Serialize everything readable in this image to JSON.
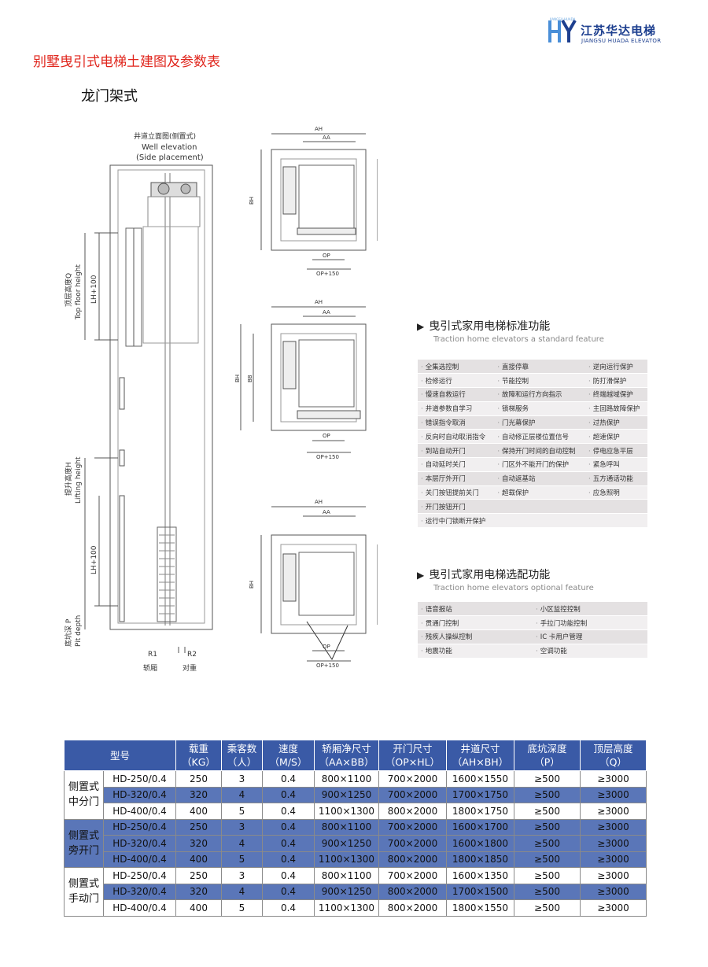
{
  "logo": {
    "cn": "江苏华达电梯",
    "en": "JIANGSU HUADA ELEVATOR",
    "tiny": "JIANGSU HUADA"
  },
  "page_title": "别墅曳引式电梯土建图及参数表",
  "subtitle": "龙门架式",
  "drawing": {
    "elevation_title_cn": "井道立面图(侧置式)",
    "elevation_title_en1": "Well elevation",
    "elevation_title_en2": "(Side placement)",
    "top_floor_cn": "顶层高度Q",
    "top_floor_en": "Top floor height",
    "lh100": "LH+100",
    "lift_cn": "提升高度H",
    "lift_en": "Lifting height",
    "pit_cn": "底坑深 P",
    "pit_en": "Pit depth",
    "r1": "R1",
    "r2": "R2",
    "car_label": "轿厢",
    "cw_label": "对重",
    "ah": "AH",
    "aa": "AA",
    "bh": "BH",
    "bb": "BB",
    "op": "OP",
    "op150": "OP+150"
  },
  "standard": {
    "title_cn": "曳引式家用电梯标准功能",
    "title_en": "Traction home elevators a standard feature",
    "rows": [
      [
        "全集选控制",
        "直接停靠",
        "逆向运行保护"
      ],
      [
        "检修运行",
        "节能控制",
        "防打滑保护"
      ],
      [
        "慢速自救运行",
        "故障和运行方向指示",
        "终端越域保护"
      ],
      [
        "井道参数自学习",
        "锁梯服务",
        "主回路故障保护"
      ],
      [
        "错误指令取消",
        "门光幕保护",
        "过热保护"
      ],
      [
        "反向时自动取消指令",
        "自动修正层楼位置信号",
        "超速保护"
      ],
      [
        "到站自动开门",
        "保持开门时间的自动控制",
        "停电应急平层"
      ],
      [
        "自动延时关门",
        "门区外不能开门的保护",
        "紧急呼叫"
      ],
      [
        "本层厅外开门",
        "自动返基站",
        "五方通话功能"
      ],
      [
        "关门按钮提前关门",
        "超载保护",
        "应急照明"
      ],
      [
        "开门按钮开门",
        "",
        ""
      ],
      [
        "运行中门锁断开保护",
        "",
        ""
      ]
    ]
  },
  "optional": {
    "title_cn": "曳引式家用电梯选配功能",
    "title_en": "Traction home elevators optional feature",
    "rows": [
      [
        "语音报站",
        "小区监控控制"
      ],
      [
        "贯通门控制",
        "手拉门功能控制"
      ],
      [
        "残疾人操纵控制",
        "IC 卡用户管理"
      ],
      [
        "地震功能",
        "空调功能"
      ]
    ]
  },
  "params": {
    "headers": {
      "model": "型号",
      "load": [
        "载重",
        "（KG）"
      ],
      "pax": [
        "乘客数",
        "（人）"
      ],
      "speed": [
        "速度",
        "（M/S）"
      ],
      "car": [
        "轿厢净尺寸",
        "（AA×BB）"
      ],
      "door": [
        "开门尺寸",
        "（OP×HL）"
      ],
      "shaft": [
        "井道尺寸",
        "（AH×BH）"
      ],
      "pit": [
        "底坑深度",
        "（P）"
      ],
      "top": [
        "顶层高度",
        "（Q）"
      ]
    },
    "groups": [
      {
        "name": [
          "侧置式",
          "中分门"
        ],
        "rows": [
          [
            "HD-250/0.4",
            "250",
            "3",
            "0.4",
            "800×1100",
            "700×2000",
            "1600×1550",
            "≥500",
            "≥3000"
          ],
          [
            "HD-320/0.4",
            "320",
            "4",
            "0.4",
            "900×1250",
            "700×2000",
            "1700×1750",
            "≥500",
            "≥3000"
          ],
          [
            "HD-400/0.4",
            "400",
            "5",
            "0.4",
            "1100×1300",
            "800×2000",
            "1800×1750",
            "≥500",
            "≥3000"
          ]
        ]
      },
      {
        "name": [
          "侧置式",
          "旁开门"
        ],
        "rows": [
          [
            "HD-250/0.4",
            "250",
            "3",
            "0.4",
            "800×1100",
            "700×2000",
            "1600×1700",
            "≥500",
            "≥3000"
          ],
          [
            "HD-320/0.4",
            "320",
            "4",
            "0.4",
            "900×1250",
            "700×2000",
            "1600×1800",
            "≥500",
            "≥3000"
          ],
          [
            "HD-400/0.4",
            "400",
            "5",
            "0.4",
            "1100×1300",
            "800×2000",
            "1800×1850",
            "≥500",
            "≥3000"
          ]
        ]
      },
      {
        "name": [
          "侧置式",
          "手动门"
        ],
        "rows": [
          [
            "HD-250/0.4",
            "250",
            "3",
            "0.4",
            "800×1100",
            "700×2000",
            "1600×1350",
            "≥500",
            "≥3000"
          ],
          [
            "HD-320/0.4",
            "320",
            "4",
            "0.4",
            "900×1250",
            "800×2000",
            "1700×1500",
            "≥500",
            "≥3000"
          ],
          [
            "HD-400/0.4",
            "400",
            "5",
            "0.4",
            "1100×1300",
            "800×2000",
            "1800×1550",
            "≥500",
            "≥3000"
          ]
        ]
      }
    ]
  },
  "colors": {
    "title_red": "#e0261d",
    "header_blue": "#3a5aa6",
    "row_blue": "#5a76b8",
    "brand_blue": "#1d3f8f"
  }
}
